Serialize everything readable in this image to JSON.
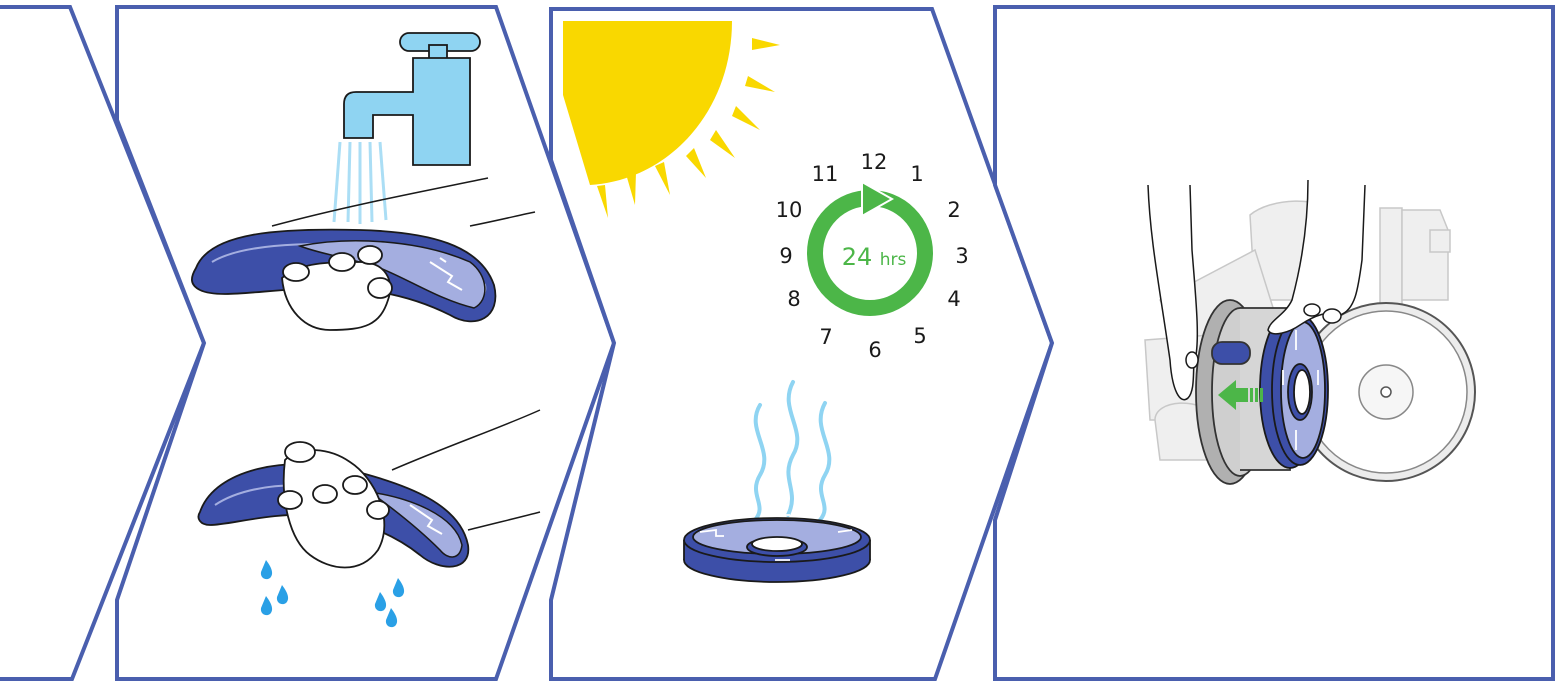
{
  "colors": {
    "frame": "#4a5fae",
    "filter_dark": "#3d4fa8",
    "filter_light": "#a4aee0",
    "water": "#8fd4f2",
    "drip": "#2aa0e6",
    "sun": "#f9d800",
    "clock_ring": "#4cb648",
    "vacuum_grey": "#cfcfcf"
  },
  "panels": [
    {
      "id": "partial",
      "icons": []
    },
    {
      "id": "wash",
      "icons": [
        "tap-icon",
        "filter-icon",
        "hand-icon",
        "water-drops-icon"
      ]
    },
    {
      "id": "dry",
      "icons": [
        "sun-icon",
        "clock-icon",
        "filter-icon",
        "steam-icon"
      ]
    },
    {
      "id": "refit",
      "icons": [
        "vacuum-icon",
        "filter-icon",
        "hand-icon",
        "arrow-icon"
      ]
    }
  ],
  "clock": {
    "numbers": [
      "12",
      "1",
      "2",
      "3",
      "4",
      "5",
      "6",
      "7",
      "8",
      "9",
      "10",
      "11"
    ],
    "hours_value": "24",
    "hours_unit": "hrs"
  }
}
